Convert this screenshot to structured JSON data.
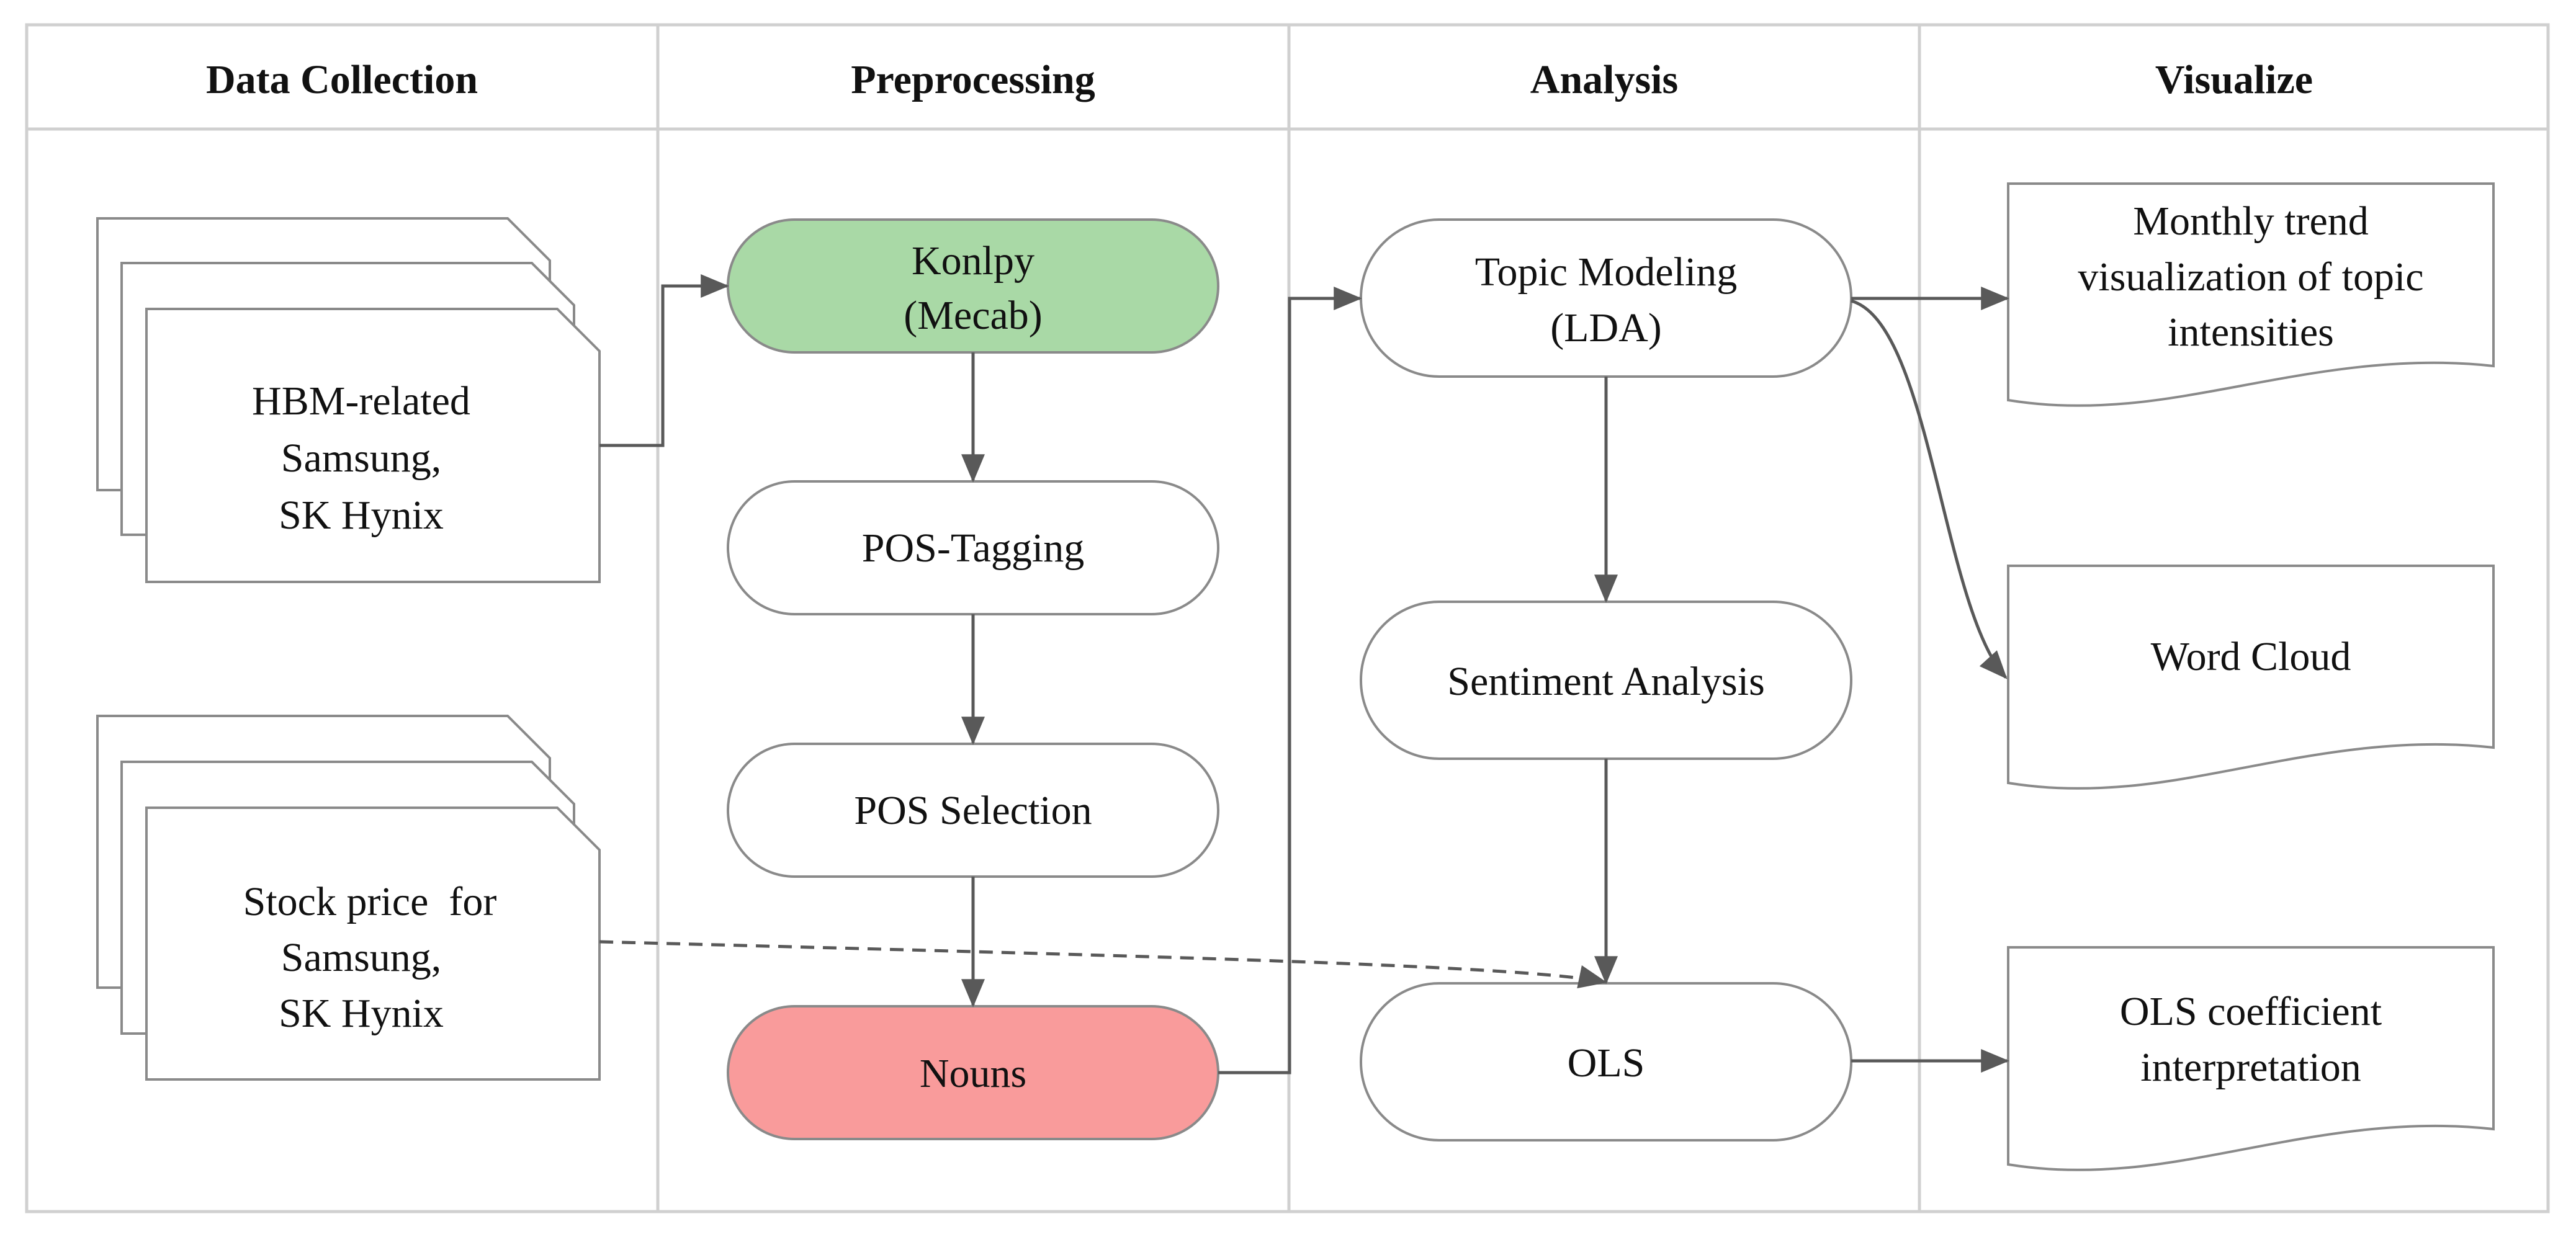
{
  "columns": [
    {
      "title": "Data Collection"
    },
    {
      "title": "Preprocessing"
    },
    {
      "title": "Analysis"
    },
    {
      "title": "Visualize"
    }
  ],
  "nodes": {
    "hbm_docs": {
      "lines": [
        "HBM-related",
        "Samsung,",
        "SK Hynix"
      ]
    },
    "stock_docs": {
      "lines": [
        "Stock price  for",
        "Samsung,",
        "SK Hynix"
      ]
    },
    "konlpy": {
      "lines": [
        "Konlpy",
        "(Mecab)"
      ],
      "fill": "#a9d9a6"
    },
    "pos_tagging": {
      "lines": [
        "POS-Tagging"
      ]
    },
    "pos_selection": {
      "lines": [
        "POS Selection"
      ]
    },
    "nouns": {
      "lines": [
        "Nouns"
      ],
      "fill": "#f99b9b"
    },
    "topic_modeling": {
      "lines": [
        "Topic Modeling",
        "(LDA)"
      ]
    },
    "sentiment": {
      "lines": [
        "Sentiment Analysis"
      ]
    },
    "ols": {
      "lines": [
        "OLS"
      ]
    },
    "monthly_trend": {
      "lines": [
        "Monthly trend",
        "visualization of topic",
        "intensities"
      ]
    },
    "word_cloud": {
      "lines": [
        "Word Cloud"
      ]
    },
    "ols_interp": {
      "lines": [
        "OLS coefficient",
        "interpretation"
      ]
    }
  },
  "edges": [
    {
      "from": "hbm_docs",
      "to": "konlpy",
      "style": "solid"
    },
    {
      "from": "konlpy",
      "to": "pos_tagging",
      "style": "solid"
    },
    {
      "from": "pos_tagging",
      "to": "pos_selection",
      "style": "solid"
    },
    {
      "from": "pos_selection",
      "to": "nouns",
      "style": "solid"
    },
    {
      "from": "nouns",
      "to": "topic_modeling",
      "style": "solid"
    },
    {
      "from": "topic_modeling",
      "to": "sentiment",
      "style": "solid"
    },
    {
      "from": "sentiment",
      "to": "ols",
      "style": "solid"
    },
    {
      "from": "topic_modeling",
      "to": "monthly_trend",
      "style": "solid"
    },
    {
      "from": "topic_modeling",
      "to": "word_cloud",
      "style": "solid"
    },
    {
      "from": "ols",
      "to": "ols_interp",
      "style": "solid"
    },
    {
      "from": "stock_docs",
      "to": "ols",
      "style": "dashed"
    }
  ],
  "colors": {
    "border": "#d0d0d0",
    "shape_stroke": "#8a8a8a",
    "arrow": "#595959",
    "konlpy_fill": "#a9d9a6",
    "nouns_fill": "#f99b9b"
  }
}
